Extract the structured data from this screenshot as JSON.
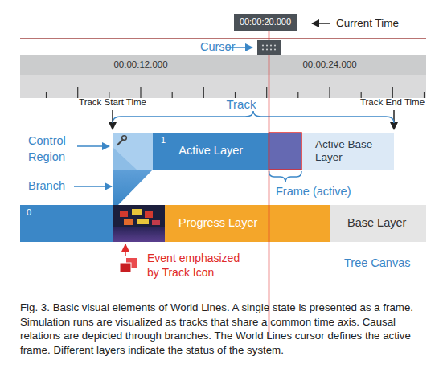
{
  "diagram": {
    "caption": "Fig. 3. Basic visual elements of World Lines. A single state is presented as a frame. Simulation runs are visualized as tracks that share a common time axis. Causal relations are depicted through branches. The World Lines cursor defines the active frame. Different layers indicate the status of the system.",
    "nodes": [
      {
        "text": [
          "00:00:20.000"
        ]
      },
      {
        "text": [
          "1",
          "Active Layer"
        ]
      },
      {
        "text": [
          "Active Base Layer"
        ]
      },
      {
        "text": [
          "0"
        ]
      },
      {
        "text": [
          "Progress Layer"
        ]
      },
      {
        "text": [
          "Base Layer"
        ]
      }
    ],
    "labels": [
      "Current Time",
      "Cursor",
      "00:00:12.000",
      "00:00:24.000",
      "Track Start Time",
      "Track",
      "Track End Time",
      "Control Region",
      "Branch",
      "Frame (active)",
      "Event emphasized by Track Icon",
      "Tree Canvas"
    ]
  }
}
